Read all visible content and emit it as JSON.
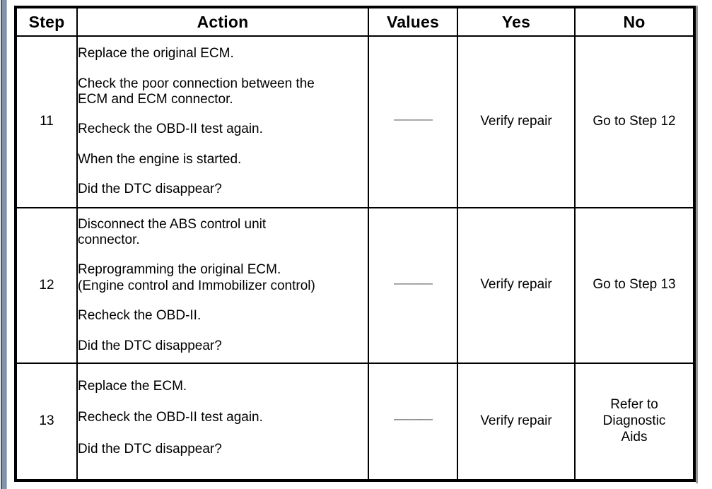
{
  "document": {
    "type": "diagnostic-trouble-code-flow-chart",
    "accent_spine_color": "#7f95ae",
    "spine_edge_color": "#46566b",
    "border_color": "#000000",
    "dash_color": "#6f6f6f"
  },
  "table": {
    "headers": {
      "step": "Step",
      "action": "Action",
      "values": "Values",
      "yes": "Yes",
      "no": "No"
    },
    "rows": [
      {
        "step": "11",
        "action_lines": [
          "Replace the original ECM.",
          "Check the poor connection between the\nECM and ECM connector.",
          "Recheck the OBD-II test again.",
          "When the engine is started.",
          "Did the DTC disappear?"
        ],
        "values": "———",
        "yes": "Verify repair",
        "no": "Go to Step 12",
        "no_multiline": false
      },
      {
        "step": "12",
        "action_lines": [
          "Disconnect the ABS control unit\nconnector.",
          "Reprogramming the original ECM.\n(Engine control and Immobilizer control)",
          "Recheck the OBD-II.",
          "Did the DTC disappear?"
        ],
        "values": "———",
        "yes": "Verify repair",
        "no": "Go to Step 13",
        "no_multiline": false
      },
      {
        "step": "13",
        "action_lines": [
          "Replace the ECM.",
          "Recheck the OBD-II test again.",
          "Did the DTC disappear?"
        ],
        "values": "———",
        "yes": "Verify repair",
        "no": "Refer to\nDiagnostic\nAids",
        "no_multiline": true
      }
    ]
  }
}
